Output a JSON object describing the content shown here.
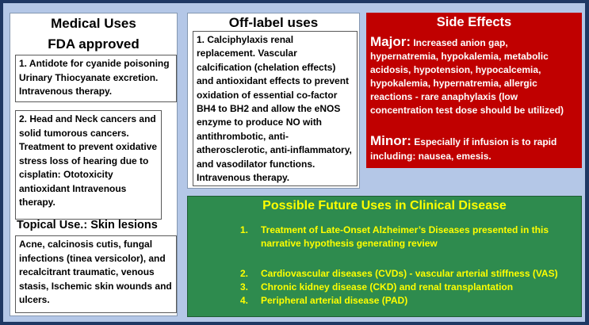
{
  "medical_uses": {
    "title_line1": "Medical Uses",
    "title_line2": "FDA approved",
    "items": [
      "1. Antidote for cyanide poisoning Urinary Thiocyanate excretion. Intravenous therapy.",
      "2. Head and Neck cancers and solid tumorous cancers. Treatment to prevent oxidative stress loss of hearing due to cisplatin: Ototoxicity antioxidant Intravenous therapy."
    ],
    "topical_title": "Topical Use.: Skin lesions",
    "topical_text": "Acne, calcinosis cutis, fungal infections (tinea versicolor), and recalcitrant traumatic, venous stasis, Ischemic skin wounds and ulcers."
  },
  "off_label": {
    "title": "Off-label uses",
    "text": "1. Calciphylaxis renal replacement.  Vascular calcification (chelation effects) and antioxidant effects to prevent oxidation of essential co-factor BH4 to BH2 and allow the eNOS enzyme to produce NO with antithrombotic, anti-atherosclerotic, anti-inflammatory, and vasodilator functions. Intravenous therapy."
  },
  "side_effects": {
    "title": "Side Effects",
    "major_label": "Major:",
    "major_text": " Increased anion gap, hypernatremia, hypokalemia, metabolic acidosis, hypotension, hypocalcemia, hypokalemia, hypernatremia, allergic reactions - rare anaphylaxis (low concentration test dose should be utilized)",
    "minor_label": "Minor:",
    "minor_text": " Especially if infusion is to rapid including: nausea, emesis."
  },
  "future_uses": {
    "title": "Possible Future Uses in Clinical Disease",
    "items": [
      {
        "num": "1.",
        "text": "Treatment of Late-Onset Alzheimer’s Diseases presented in this narrative hypothesis generating review"
      },
      {
        "num": "2.",
        "text": "Cardiovascular diseases (CVDs) - vascular arterial stiffness (VAS)"
      },
      {
        "num": "3.",
        "text": "Chronic kidney disease (CKD) and renal transplantation"
      },
      {
        "num": "4.",
        "text": "Peripheral arterial disease (PAD)"
      }
    ]
  },
  "colors": {
    "frame": "#1f3864",
    "background": "#b4c7e7",
    "side_effects_bg": "#c00000",
    "future_bg": "#2e8b4e",
    "future_text": "#ffff00"
  }
}
